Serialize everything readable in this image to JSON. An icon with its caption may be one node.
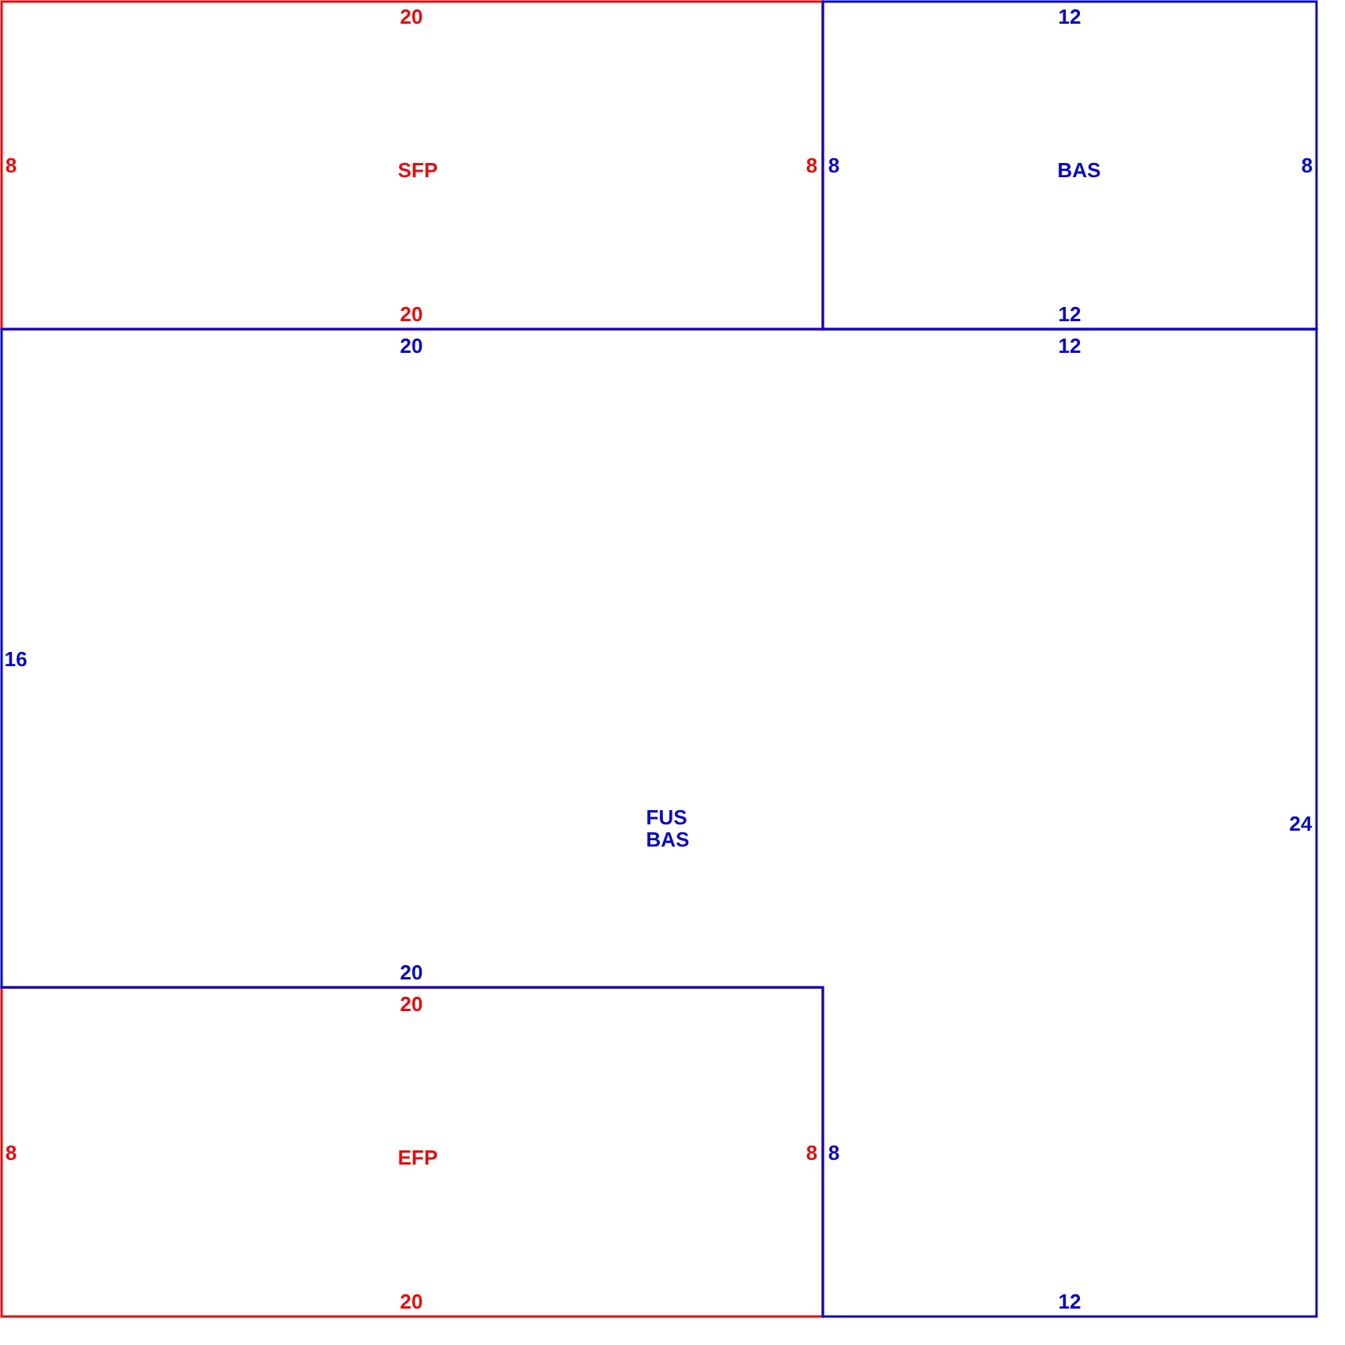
{
  "diagram": {
    "nodes": [
      {
        "text": [
          "20",
          "8",
          "SFP",
          "8",
          "20"
        ]
      },
      {
        "text": [
          "12",
          "8",
          "BAS",
          "8",
          "12"
        ]
      },
      {
        "text": [
          "20",
          "12",
          "16",
          "FUS BAS",
          "24",
          "20",
          "8",
          "12"
        ]
      },
      {
        "text": [
          "20",
          "8",
          "EFP",
          "8",
          "20"
        ]
      }
    ]
  }
}
